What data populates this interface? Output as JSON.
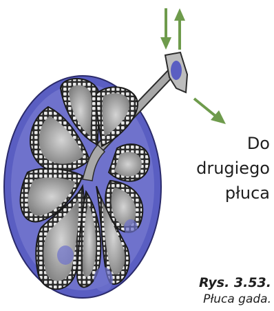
{
  "annotation": {
    "lines": [
      "Do",
      "drugiego",
      "płuca"
    ]
  },
  "caption": {
    "number": "Rys. 3.53.",
    "text": "Płuca gada."
  },
  "colors": {
    "outer_tissue": "#5f62c4",
    "inner_tissue": "#9a9cdc",
    "lobe_fill": "#9b9b9b",
    "airway_arrows": "#6e9b4c",
    "text": "#1e1e1e"
  },
  "icons": [
    "arrow-down-icon",
    "arrow-up-icon",
    "arrow-diagonal-icon"
  ]
}
